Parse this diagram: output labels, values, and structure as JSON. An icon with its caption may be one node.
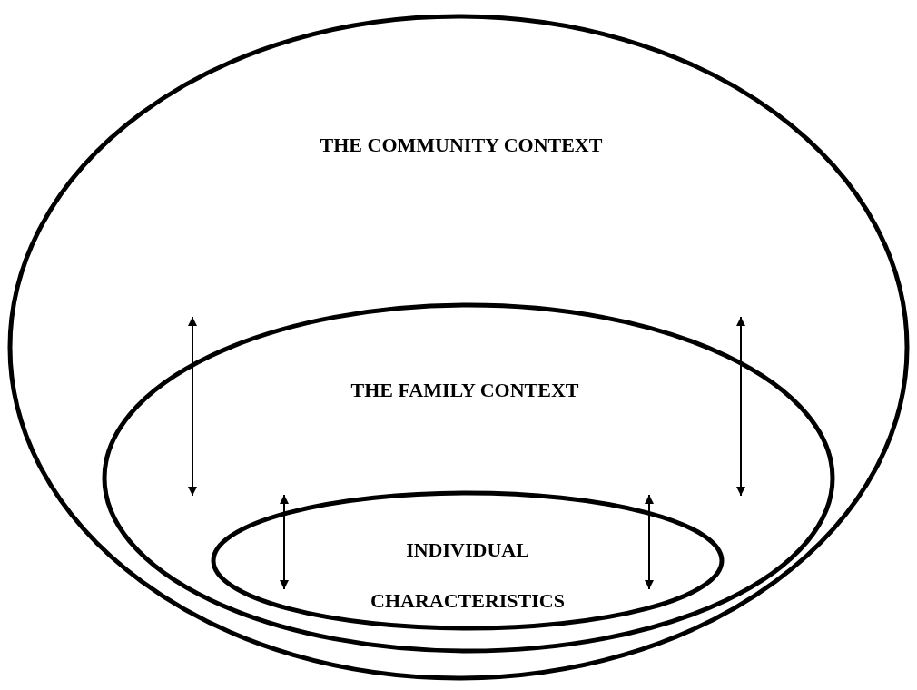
{
  "diagram": {
    "nodes": [
      {
        "text": [
          "THE COMMUNITY CONTEXT"
        ]
      },
      {
        "text": [
          "THE FAMILY CONTEXT"
        ],
        "in": 0
      },
      {
        "text": [
          "INDIVIDUAL CHARACTERISTICS"
        ],
        "in": 1
      }
    ]
  }
}
